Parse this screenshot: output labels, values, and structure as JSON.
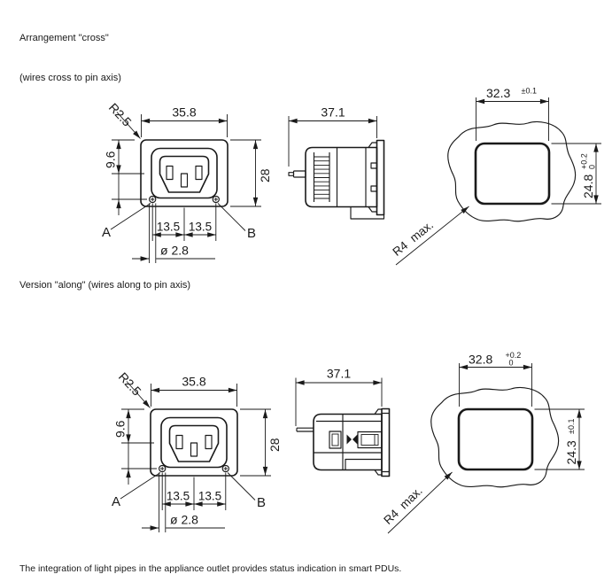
{
  "page": {
    "bg_color": "#ffffff",
    "line_color": "#1a1a1a",
    "headings": {
      "cross_line1": "Arrangement \"cross\"",
      "cross_line2": "(wires cross to pin axis)",
      "along": "Version \"along\" (wires along to pin axis)"
    },
    "footer_note": "The integration of light pipes in the appliance outlet provides status indication in smart PDUs."
  },
  "cross": {
    "front": {
      "width": "35.8",
      "corner_radius": "R2.5",
      "top_offset": "9.6",
      "height": "28",
      "hole_pitch_left": "13.5",
      "hole_pitch_right": "13.5",
      "hole_diameter": "ø 2.8",
      "hole_label_left": "A",
      "hole_label_right": "B"
    },
    "side": {
      "depth": "37.1"
    },
    "cutout": {
      "width": "32.3",
      "width_tolerance": "±0.1",
      "height": "24.8",
      "height_tolerance_upper": "+0.2",
      "height_tolerance_lower": "0",
      "corner_radius_prefix": "R4",
      "corner_radius_suffix": "max."
    }
  },
  "along": {
    "front": {
      "width": "35.8",
      "corner_radius": "R2.5",
      "top_offset": "9.6",
      "height": "28",
      "hole_pitch_left": "13.5",
      "hole_pitch_right": "13.5",
      "hole_diameter": "ø 2.8",
      "hole_label_left": "A",
      "hole_label_right": "B"
    },
    "side": {
      "depth": "37.1"
    },
    "cutout": {
      "width": "32.8",
      "width_tolerance_upper": "+0.2",
      "width_tolerance_lower": "0",
      "height": "24.3",
      "height_tolerance": "±0.1",
      "corner_radius_prefix": "R4",
      "corner_radius_suffix": "max."
    }
  }
}
